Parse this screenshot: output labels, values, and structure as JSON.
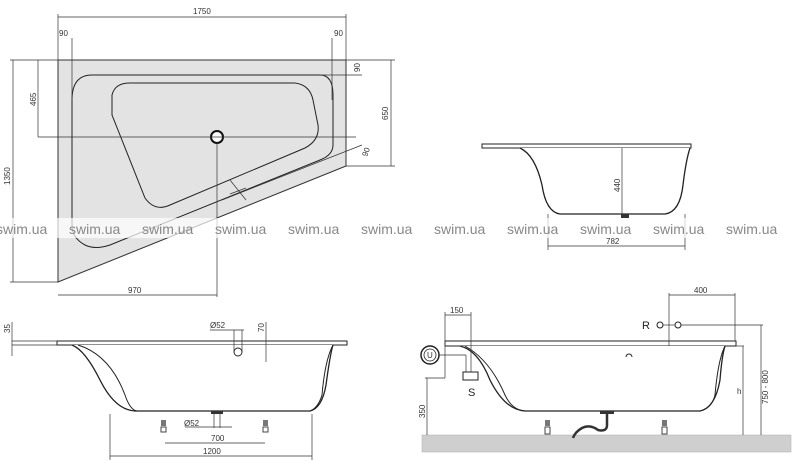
{
  "top_view": {
    "width_total": "1750",
    "rim_left": "90",
    "rim_right": "90",
    "rim_top": "90",
    "rim_diagonal": "90",
    "depth_right": "650",
    "depth_total": "1350",
    "drain_offset_y": "465",
    "drain_offset_x": "970"
  },
  "end_section": {
    "height": "440",
    "bottom_width": "782"
  },
  "side_section": {
    "rim_thickness": "35",
    "overflow_diameter": "Ø52",
    "overflow_height": "70",
    "drain_diameter": "Ø52",
    "feet_spacing": "700",
    "base_length": "1200"
  },
  "installation": {
    "spout_offset": "150",
    "mixer_offset": "400",
    "mixer_label": "R",
    "outlet_label": "U",
    "waste_label": "S",
    "outlet_height": "350",
    "tub_height": "h",
    "mixer_height": "750 - 800"
  },
  "watermark": [
    "swim.ua",
    "swim.ua",
    "swim.ua",
    "swim.ua",
    "swim.ua",
    "swim.ua",
    "swim.ua",
    "swim.ua",
    "swim.ua",
    "swim.ua",
    "swim.ua"
  ]
}
